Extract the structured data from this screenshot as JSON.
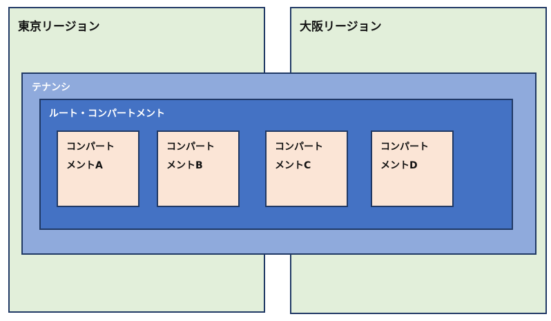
{
  "regions": [
    {
      "label": "東京リージョン"
    },
    {
      "label": "大阪リージョン"
    }
  ],
  "tenancy": {
    "label": "テナンシ"
  },
  "root_compartment": {
    "label": "ルート・コンパートメント"
  },
  "compartments": [
    {
      "line1": "コンパート",
      "line2": "メントA"
    },
    {
      "line1": "コンパート",
      "line2": "メントB"
    },
    {
      "line1": "コンパート",
      "line2": "メントC"
    },
    {
      "line1": "コンパート",
      "line2": "メントD"
    }
  ]
}
